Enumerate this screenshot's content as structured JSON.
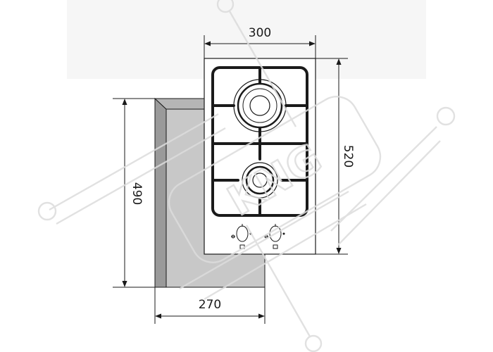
{
  "dimensions": {
    "top_width": "300",
    "right_height": "520",
    "left_height": "490",
    "bottom_width": "270"
  },
  "watermark": {
    "text": "KNG"
  },
  "colors": {
    "line": "#1a1a1a",
    "cutout_fill": "#c8c8c8",
    "cutout_side": "#9a9a9a",
    "panel_fill": "#ffffff",
    "watermark": "#dcdcdc",
    "backdrop": "#f6f6f6"
  }
}
